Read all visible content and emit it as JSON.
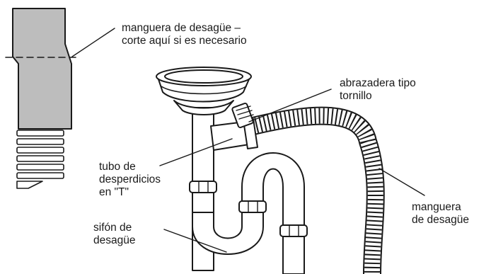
{
  "labels": {
    "hose_cut": {
      "line1": "manguera de desagüe –",
      "line2": "corte aquí si es necesario"
    },
    "clamp": {
      "line1": "abrazadera tipo",
      "line2": "tornillo"
    },
    "t_tube": {
      "line1": "tubo de",
      "line2": "desperdicios",
      "line3": "en \"T\""
    },
    "drain_hose": {
      "line1": "manguera",
      "line2": "de desagüe"
    },
    "trap": {
      "line1": "sifón de",
      "line2": "desagüe"
    }
  },
  "colors": {
    "fill_gray": "#bdbdbd",
    "stroke": "#1a1a1a",
    "background": "#ffffff"
  }
}
